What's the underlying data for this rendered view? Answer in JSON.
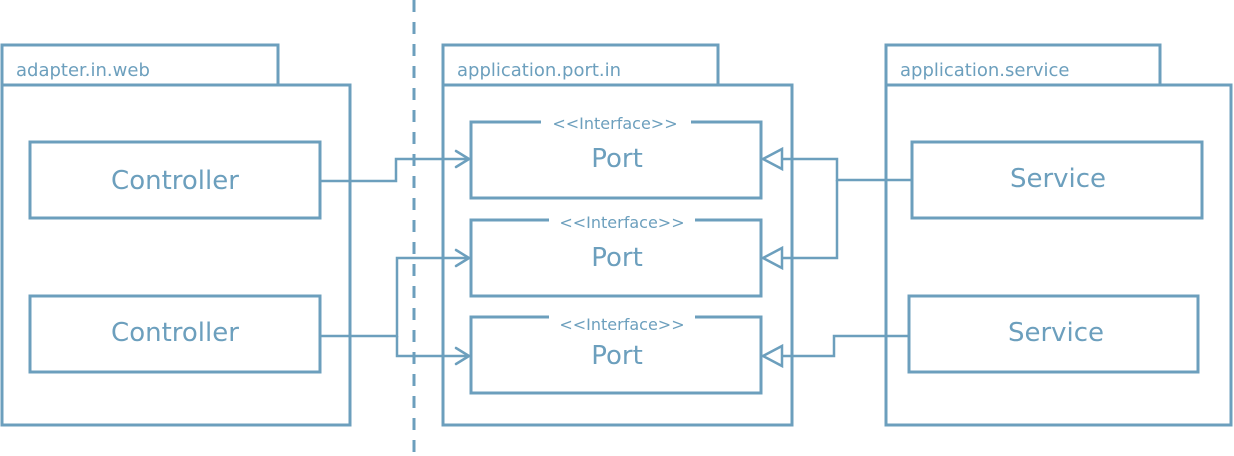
{
  "packages": {
    "web": {
      "name": "adapter.in.web"
    },
    "port_in": {
      "name": "application.port.in"
    },
    "service": {
      "name": "application.service"
    }
  },
  "controllers": [
    {
      "label": "Controller"
    },
    {
      "label": "Controller"
    }
  ],
  "ports": [
    {
      "stereotype": "<<Interface>>",
      "label": "Port"
    },
    {
      "stereotype": "<<Interface>>",
      "label": "Port"
    },
    {
      "stereotype": "<<Interface>>",
      "label": "Port"
    }
  ],
  "services": [
    {
      "label": "Service"
    },
    {
      "label": "Service"
    }
  ],
  "colors": {
    "stroke": "#6c9fbd",
    "background": "#ffffff"
  }
}
